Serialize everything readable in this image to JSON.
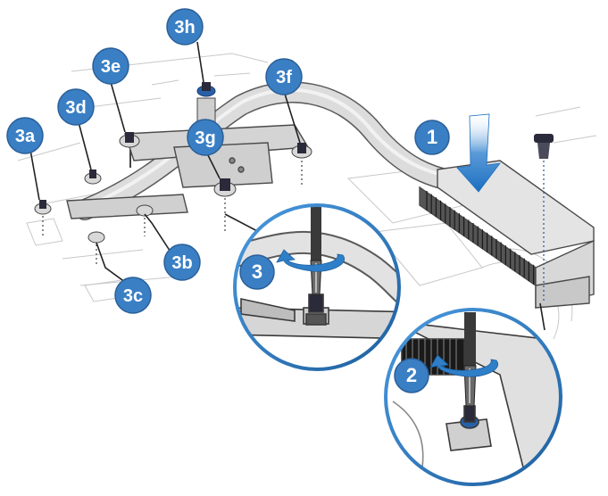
{
  "colors": {
    "badge": "#3a7fc4",
    "badge_edge": "#2a5f98",
    "magnifier_ring": "#2f7fc8",
    "arrow_blue": "#1c6fc0",
    "line": "#4a4a4a",
    "part_fill": "#d9d9d9",
    "part_dark": "#6a6a6a",
    "screw_blue": "#2860a8"
  },
  "callouts": {
    "c3h": "3h",
    "c3e": "3e",
    "c3f": "3f",
    "c3d": "3d",
    "c3g": "3g",
    "c3a": "3a",
    "c3b": "3b",
    "c3c": "3c",
    "step1": "1",
    "step2": "2",
    "step3": "3"
  },
  "icons": {
    "rotate": "counterclockwise-arrow-icon",
    "press": "down-arrow-icon",
    "screw": "screw-icon",
    "screwdriver": "screwdriver-icon"
  }
}
